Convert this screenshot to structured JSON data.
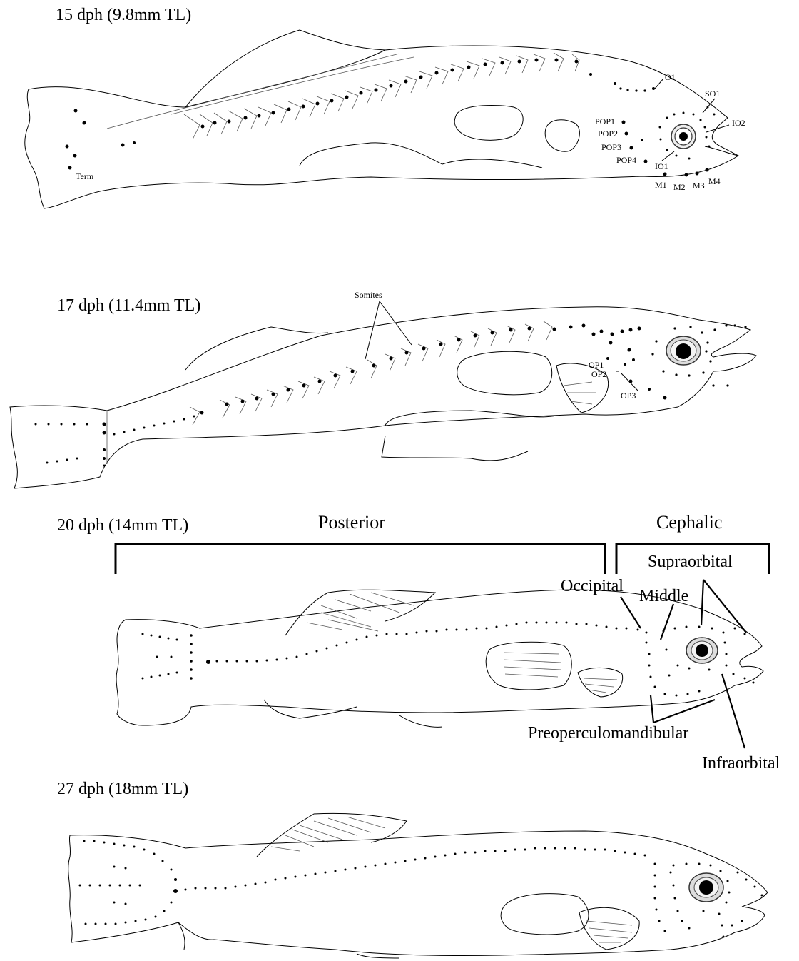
{
  "stages": [
    {
      "title": "15 dph (9.8mm TL)"
    },
    {
      "title": "17 dph (11.4mm TL)"
    },
    {
      "title": "20 dph (14mm TL)"
    },
    {
      "title": "27 dph (18mm TL)"
    }
  ],
  "labels15": {
    "o1": "O1",
    "so1": "SO1",
    "io2": "IO2",
    "io1": "IO1",
    "pop1": "POP1",
    "pop2": "POP2",
    "pop3": "POP3",
    "pop4": "POP4",
    "m1": "M1",
    "m2": "M2",
    "m3": "M3",
    "m4": "M4",
    "term": "Term"
  },
  "labels17": {
    "somites": "Somites",
    "op1": "OP1",
    "op2": "OP2",
    "op3": "OP3"
  },
  "labels20": {
    "posterior": "Posterior",
    "cephalic": "Cephalic",
    "supraorbital": "Supraorbital",
    "occipital": "Occipital",
    "middle": "Middle",
    "preoperculomandibular": "Preoperculomandibular",
    "infraorbital": "Infraorbital"
  }
}
